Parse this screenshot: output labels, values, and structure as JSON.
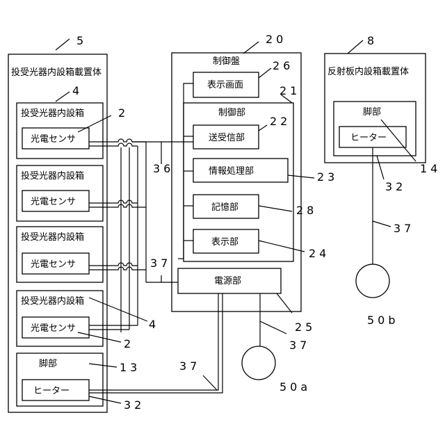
{
  "labels": {
    "unit_housing": "投受光器内設箱載置体",
    "control_panel": "制御盤",
    "display_screen": "表示画面",
    "control_unit": "制御部",
    "transceiver": "送受信部",
    "info_processor": "情報処理部",
    "memory": "記憶部",
    "display_unit": "表示部",
    "power_unit": "電源部",
    "inner_box": "投受光器内設箱",
    "photo_sensor": "光電センサ",
    "leg": "脚部",
    "heater": "ヒーター",
    "reflector_housing": "反射板内設箱載置体"
  },
  "refs": {
    "r5": "5",
    "r20": "20",
    "r8": "8",
    "r26": "26",
    "r21": "21",
    "r4_top": "4",
    "r2_top": "2",
    "r22": "22",
    "r36": "36",
    "r23": "23",
    "r28": "28",
    "r37_mid": "37",
    "r24": "24",
    "r25": "25",
    "r4_bottom": "4",
    "r2_bottom": "2",
    "r13": "13",
    "r37_bottom": "37",
    "r32_left": "32",
    "r37_right_low": "37",
    "r50a": "50a",
    "r14": "14",
    "r32_right": "32",
    "r37_right": "37",
    "r50b": "50b"
  }
}
